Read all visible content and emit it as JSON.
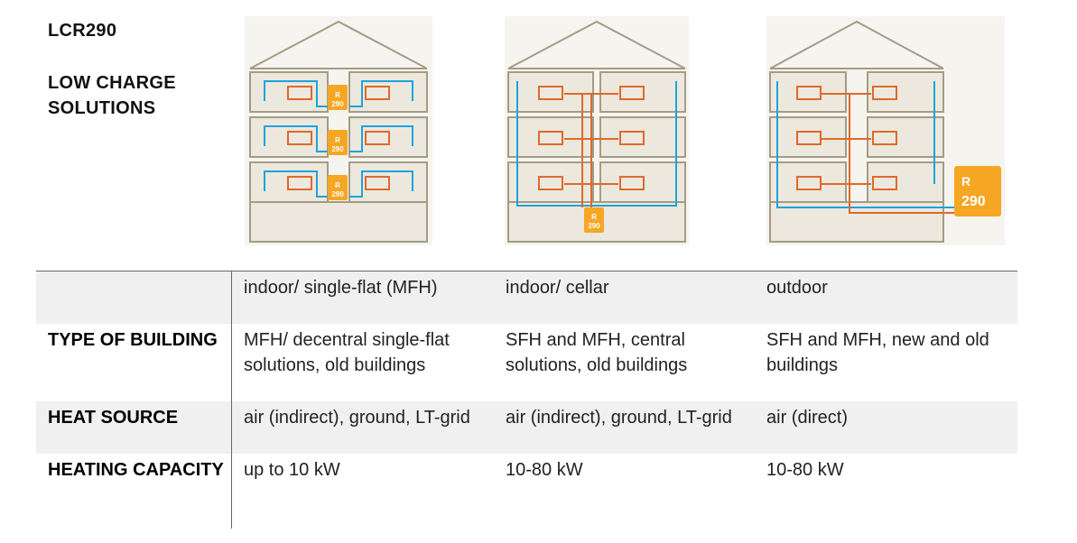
{
  "heading": {
    "line1": "LCR290",
    "line2": "LOW CHARGE SOLUTIONS"
  },
  "badge": {
    "r": "R",
    "num": "290"
  },
  "colors": {
    "house_outline": "#a39c84",
    "floor_fill": "#ece8dd",
    "water_pipe": "#1ea3db",
    "refrigerant_pipe": "#e0692b",
    "heat_pump": "#f5a623"
  },
  "diagrams": [
    {
      "name": "indoor single-flat diagram"
    },
    {
      "name": "indoor cellar diagram"
    },
    {
      "name": "outdoor diagram"
    }
  ],
  "table": {
    "rows": [
      {
        "label": "",
        "cells": [
          "indoor/ single-flat (MFH)",
          "indoor/ cellar",
          "outdoor"
        ]
      },
      {
        "label": "TYPE OF BUILDING",
        "cells": [
          "MFH/ decentral single-flat solutions, old buildings",
          "SFH and MFH, central solutions, old buildings",
          "SFH and MFH, new and old buildings"
        ]
      },
      {
        "label": "HEAT SOURCE",
        "cells": [
          "air (indirect), ground, LT-grid",
          "air (indirect), ground, LT-grid",
          "air (direct)"
        ]
      },
      {
        "label": "HEATING CAPACITY",
        "cells": [
          "up to 10 kW",
          "10-80 kW",
          "10-80 kW"
        ]
      }
    ]
  }
}
